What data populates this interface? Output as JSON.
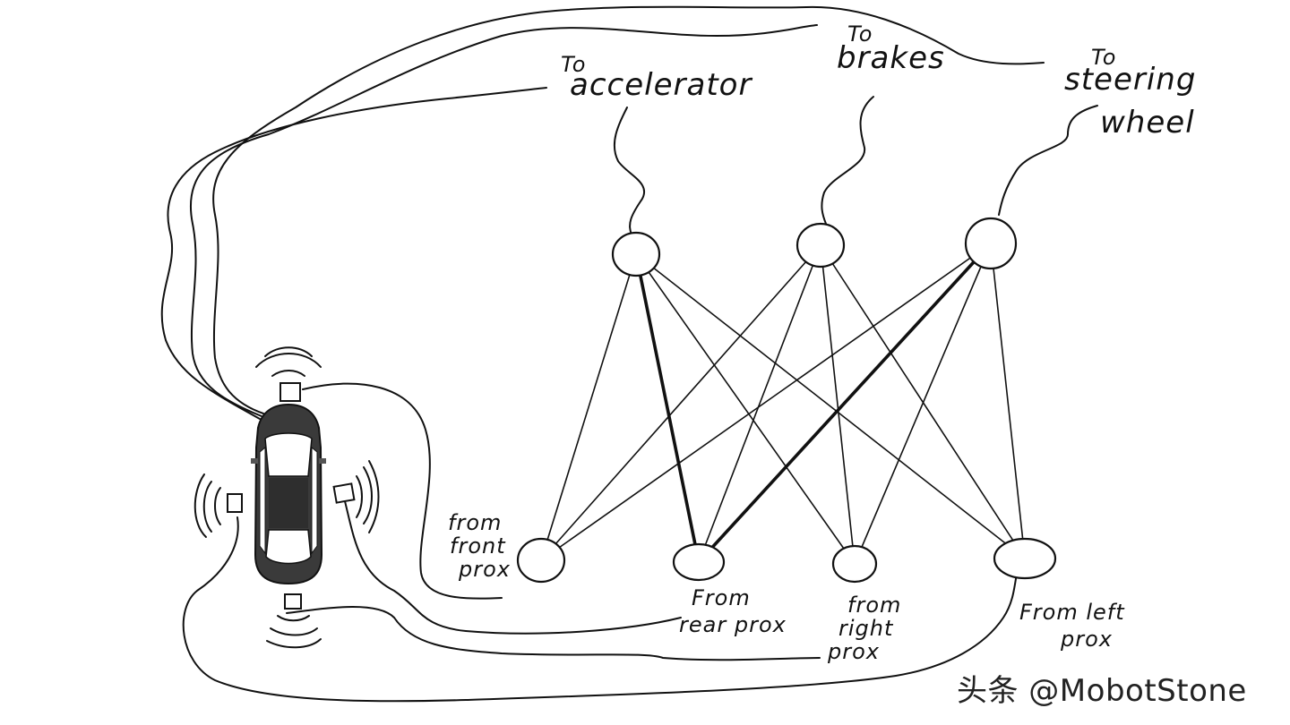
{
  "outputs": [
    {
      "id": "accelerator",
      "line1": "To",
      "line2": "accelerator"
    },
    {
      "id": "brakes",
      "line1": "To",
      "line2": "brakes"
    },
    {
      "id": "steering",
      "line1": "To",
      "line2": "steering",
      "line3": "wheel"
    }
  ],
  "inputs": [
    {
      "id": "front",
      "line1": "from",
      "line2": "front",
      "line3": "prox"
    },
    {
      "id": "rear",
      "line1": "From",
      "line2": "rear prox"
    },
    {
      "id": "right",
      "line1": "from",
      "line2": "right",
      "line3": "prox"
    },
    {
      "id": "left",
      "line1": "From left",
      "line2": "prox"
    }
  ],
  "connections": [
    {
      "from": "front",
      "to": "accelerator",
      "strong": false
    },
    {
      "from": "front",
      "to": "brakes",
      "strong": false
    },
    {
      "from": "front",
      "to": "steering",
      "strong": false
    },
    {
      "from": "rear",
      "to": "accelerator",
      "strong": true
    },
    {
      "from": "rear",
      "to": "brakes",
      "strong": false
    },
    {
      "from": "rear",
      "to": "steering",
      "strong": true
    },
    {
      "from": "right",
      "to": "accelerator",
      "strong": false
    },
    {
      "from": "right",
      "to": "brakes",
      "strong": false
    },
    {
      "from": "right",
      "to": "steering",
      "strong": false
    },
    {
      "from": "left",
      "to": "accelerator",
      "strong": false
    },
    {
      "from": "left",
      "to": "brakes",
      "strong": false
    },
    {
      "from": "left",
      "to": "steering",
      "strong": false
    }
  ],
  "watermark": "头条 @MobotStone"
}
